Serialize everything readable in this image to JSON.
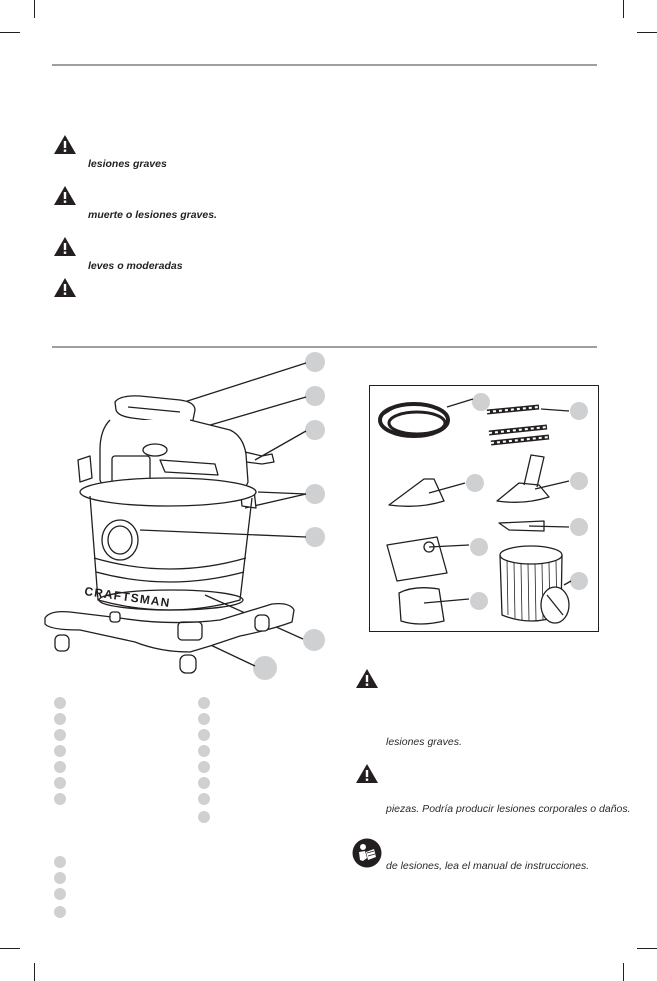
{
  "warnings_top": [
    {
      "text": "lesiones graves"
    },
    {
      "text": "muerte o lesiones graves."
    },
    {
      "text": "leves o moderadas"
    }
  ],
  "warnings_right": [
    {
      "text": "lesiones graves."
    },
    {
      "text": "piezas. Podría producir lesiones corporales o daños."
    },
    {
      "text": "de lesiones, lea el manual de instrucciones."
    }
  ],
  "product": {
    "brand": "CRAFTSMAN"
  },
  "icons": {
    "warning": "warning-triangle-icon",
    "manual": "read-manual-icon"
  }
}
